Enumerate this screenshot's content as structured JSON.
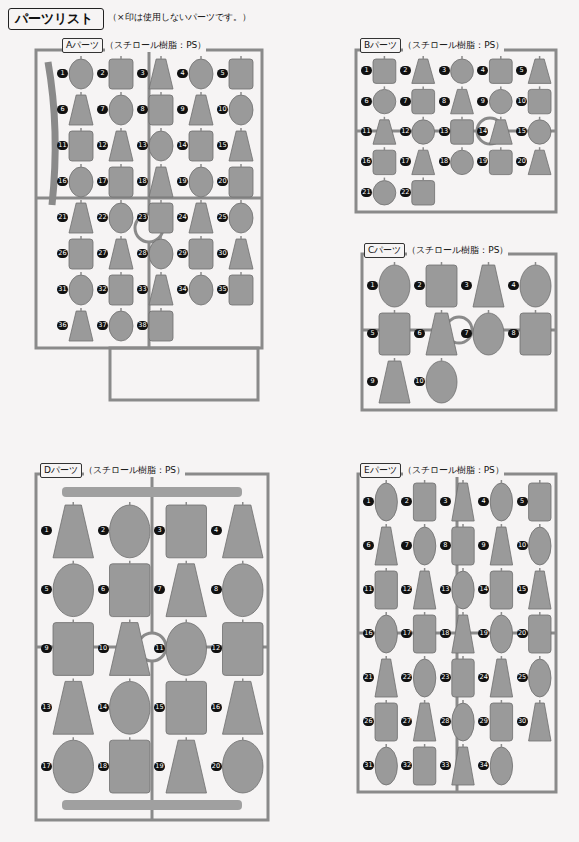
{
  "diagram": {
    "title": "パーツリスト",
    "nodes": [
      {
        "text": [
          "パーツリスト"
        ]
      },
      {
        "text": [
          "Aパーツ",
          "（スチロール樹脂：PS）"
        ]
      },
      {
        "text": [
          "Bパーツ",
          "（スチロール樹脂：PS）"
        ]
      },
      {
        "text": [
          "Cパーツ",
          "（スチロール樹脂：PS）"
        ]
      },
      {
        "text": [
          "Dパーツ",
          "（スチロール樹脂：PS）"
        ]
      },
      {
        "text": [
          "Eパーツ",
          "（スチロール樹脂：PS）"
        ]
      }
    ],
    "labels": [
      "（×印は使用しないパーツです。）",
      "1",
      "2",
      "3",
      "4",
      "5",
      "6",
      "7",
      "8",
      "9",
      "10",
      "11",
      "12",
      "13",
      "14",
      "15",
      "16",
      "17",
      "18",
      "19",
      "20",
      "21",
      "22",
      "23",
      "24",
      "25",
      "26",
      "27",
      "28",
      "29",
      "30",
      "31",
      "32",
      "33",
      "34",
      "35",
      "36",
      "37",
      "38",
      "1",
      "2",
      "3",
      "4",
      "5",
      "6",
      "7",
      "8",
      "9",
      "10",
      "11",
      "12",
      "13",
      "14",
      "15",
      "16",
      "17",
      "18",
      "19",
      "20",
      "21",
      "22",
      "1",
      "2",
      "3",
      "4",
      "5",
      "6",
      "7",
      "8",
      "9",
      "10",
      "1",
      "2",
      "3",
      "4",
      "5",
      "6",
      "7",
      "8",
      "9",
      "10",
      "11",
      "12",
      "13",
      "14",
      "15",
      "16",
      "17",
      "18",
      "19",
      "20",
      "1",
      "2",
      "3",
      "4",
      "5",
      "6",
      "7",
      "8",
      "9",
      "10",
      "11",
      "12",
      "13",
      "14",
      "15",
      "16",
      "17",
      "18",
      "19",
      "20",
      "21",
      "22",
      "23",
      "24",
      "25",
      "26",
      "27",
      "28",
      "29",
      "30",
      "31",
      "32",
      "33",
      "34"
    ]
  }
}
